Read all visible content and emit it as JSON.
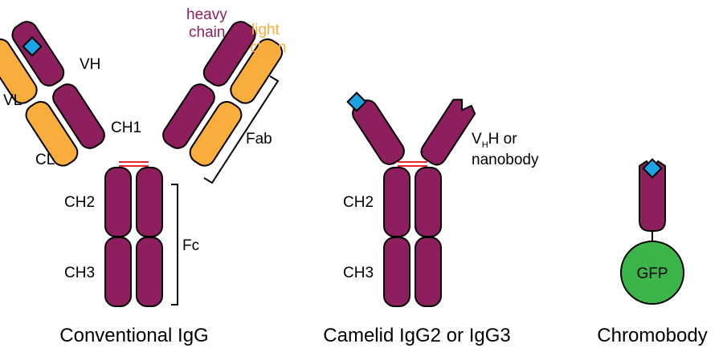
{
  "colors": {
    "heavy": "#8e1f5e",
    "light": "#f9ad3d",
    "antigen": "#1ba3e3",
    "gfp": "#3bb54a",
    "disulfide": "#e8262a",
    "outline": "#000000"
  },
  "conventional": {
    "caption": "Conventional IgG",
    "heavy_chain_label_line1": "heavy",
    "heavy_chain_label_line2": "chain",
    "light_chain_label_line1": "light",
    "light_chain_label_line2": "chain",
    "vh": "VH",
    "vl": "VL",
    "ch1": "CH1",
    "cl": "CL",
    "ch2": "CH2",
    "ch3": "CH3",
    "fab": "Fab",
    "fc": "Fc"
  },
  "camelid": {
    "caption": "Camelid IgG2 or IgG3",
    "vhh_main": "V",
    "vhh_sub": "H",
    "vhh_suffix": "H or",
    "vhh_line2": "nanobody",
    "ch2": "CH2",
    "ch3": "CH3"
  },
  "chromobody": {
    "caption": "Chromobody",
    "gfp": "GFP"
  }
}
